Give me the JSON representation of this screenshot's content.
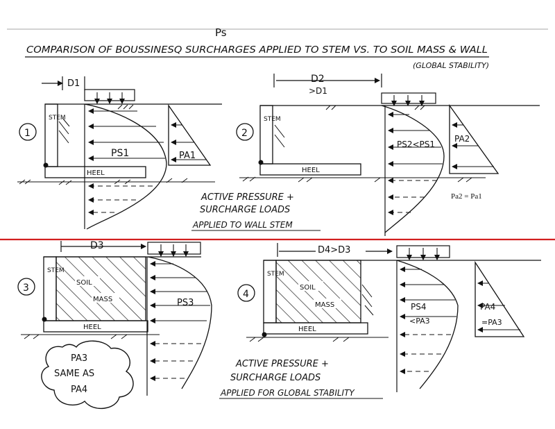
{
  "header": {
    "ps_label": "Ps",
    "title": "COMPARISON OF BOUSSINESQ SURCHARGES APPLIED TO STEM VS. TO SOIL MASS & WALL",
    "subtitle": "(GLOBAL STABILITY)"
  },
  "panels": {
    "p1": {
      "number": "1",
      "dim": "D1",
      "stem": "STEM",
      "heel": "HEEL",
      "ps": "PS1",
      "pa": "PA1"
    },
    "p2": {
      "number": "2",
      "dim": "D2",
      "dim_note": ">D1",
      "stem": "STEM",
      "heel": "HEEL",
      "ps": "PS2<PS1",
      "pa": "PA2",
      "eq": "Pa2 = Pa1"
    },
    "p3": {
      "number": "3",
      "dim": "D3",
      "stem": "STEM",
      "soil": "SOIL",
      "mass": "MASS",
      "heel": "HEEL",
      "ps": "PS3"
    },
    "p4": {
      "number": "4",
      "dim": "D4>D3",
      "stem": "STEM",
      "soil": "SOIL",
      "mass": "MASS",
      "heel": "HEEL",
      "ps": "PS4",
      "ps_note": "<PA3",
      "pa": "PA4",
      "pa_note": "=PA3"
    }
  },
  "notes": {
    "top": [
      "ACTIVE PRESSURE +",
      "SURCHARGE LOADS",
      "APPLIED TO WALL STEM"
    ],
    "bottom": [
      "ACTIVE PRESSURE +",
      "SURCHARGE LOADS",
      "APPLIED FOR GLOBAL STABILITY"
    ],
    "bubble": [
      "PA3",
      "SAME AS",
      "PA4"
    ]
  },
  "colors": {
    "ink": "#111111",
    "divider": "#d21f1f",
    "paper": "#ffffff"
  }
}
